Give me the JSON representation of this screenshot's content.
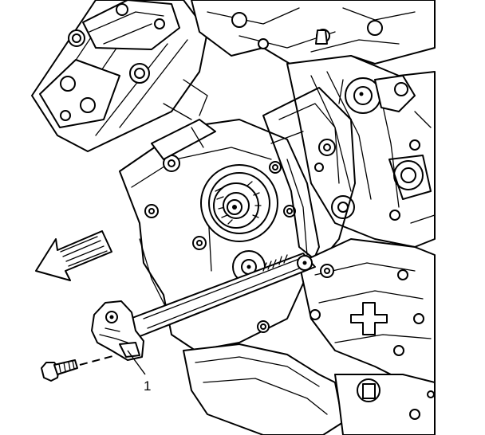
{
  "diagram": {
    "callouts": [
      {
        "label": "1",
        "target": "tensioner-bracket"
      }
    ],
    "direction_arrow": {
      "icon": "front-arrow-icon",
      "points": "left"
    },
    "colors": {
      "line": "#000000",
      "background": "#ffffff"
    }
  }
}
